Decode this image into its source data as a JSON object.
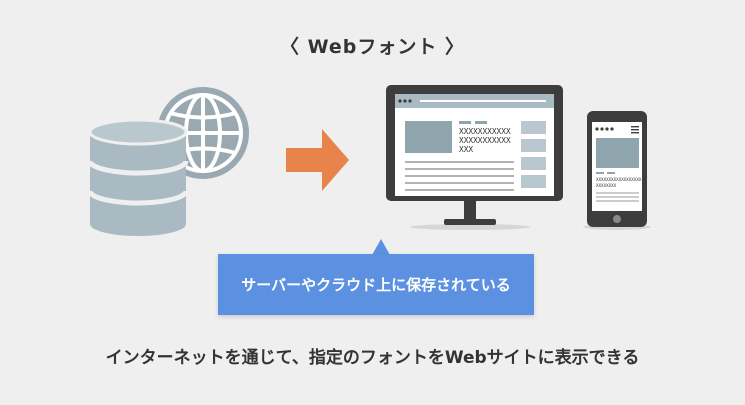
{
  "title": "〈 Webフォント 〉",
  "callout_text": "サーバーやクラウド上に保存されている",
  "bottom_text": "インターネットを通じて、指定のフォントをWebサイトに表示できる",
  "monitor_text": [
    "XXXXXXXXXXX",
    "XXXXXXXXXXX",
    "XXX"
  ],
  "phone_text": [
    "XXXXXXXXXXXXXXXXXX",
    "XXXXXXXX"
  ],
  "colors": {
    "background": "#efefef",
    "arrow": "#e8834c",
    "callout": "#5b91e0",
    "database": "#a9bac3",
    "globe": "#9aa9b1",
    "device_frame": "#3d3d3d",
    "placeholder": "#8fa5ad"
  }
}
